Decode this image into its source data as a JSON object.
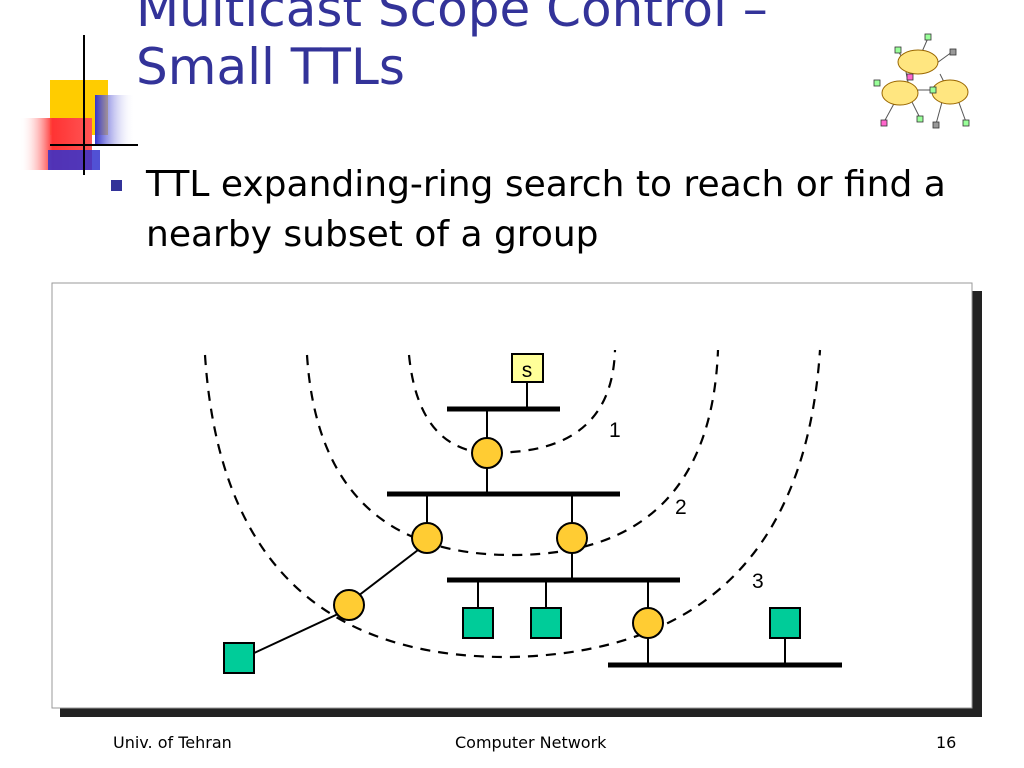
{
  "slide": {
    "title_line1": "Multicast Scope Control –",
    "title_line2": "Small TTLs",
    "bullet": "TTL expanding-ring search to reach or find a nearby subset of a group"
  },
  "diagram": {
    "source_label": "s",
    "ring_labels": [
      "1",
      "2",
      "3"
    ]
  },
  "footer": {
    "left": "Univ. of Tehran",
    "center": "Computer Network",
    "page_number": "16"
  },
  "colors": {
    "title": "#333399",
    "router": "#FFCC33",
    "host": "#00CC99",
    "source_box": "#FFFF99",
    "deco_yellow": "#FFCC00",
    "deco_red": "#FF3333",
    "deco_blue": "#3333CC"
  },
  "icons": {
    "logo": "network-clouds-icon"
  }
}
